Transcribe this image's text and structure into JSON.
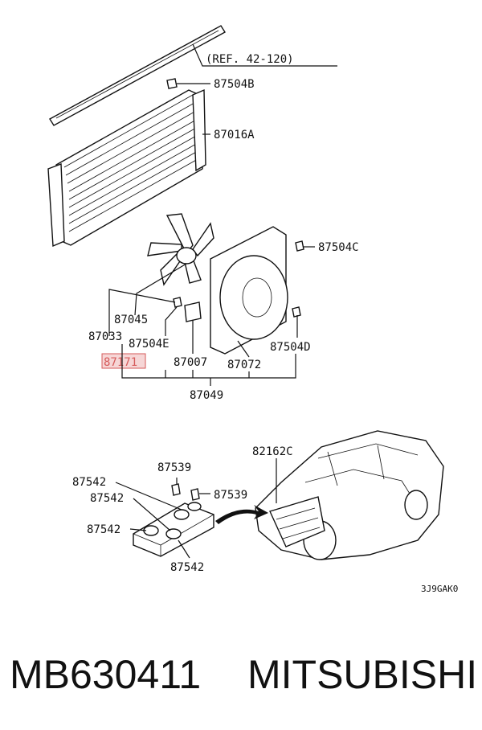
{
  "callouts": {
    "ref": "(REF. 42-120)",
    "p87504B": "87504B",
    "p87016A": "87016A",
    "p87504C": "87504C",
    "p87045": "87045",
    "p87033": "87033",
    "p87504E": "87504E",
    "p87171": "87171",
    "p87007": "87007",
    "p87072": "87072",
    "p87504D": "87504D",
    "p87049": "87049",
    "p82162C": "82162C",
    "p87539a": "87539",
    "p87539b": "87539",
    "p87542a": "87542",
    "p87542b": "87542",
    "p87542c": "87542",
    "p87542d": "87542",
    "code": "3J9GAK0"
  },
  "footer": {
    "part_number": "MB630411",
    "brand": "MITSUBISHI"
  },
  "colors": {
    "highlight": "#d55a5a",
    "highlight_fill": "#f6d6d6"
  }
}
